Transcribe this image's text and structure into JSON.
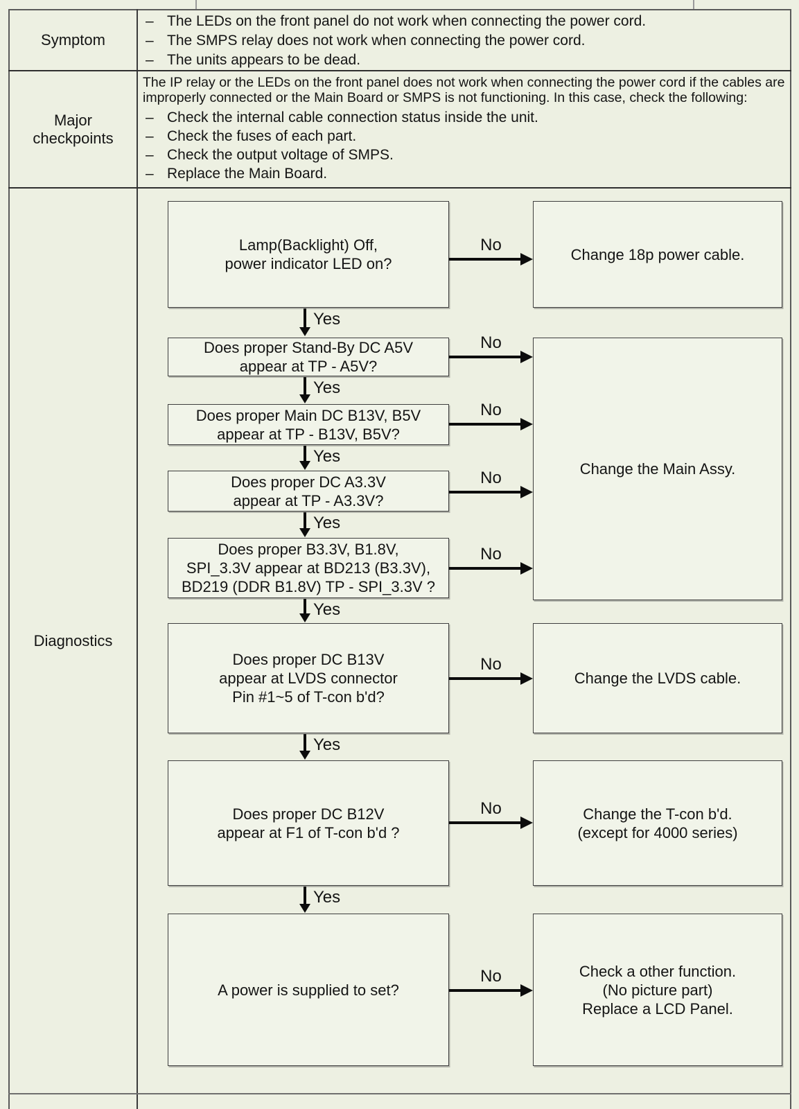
{
  "labels": {
    "yes": "Yes",
    "no": "No",
    "dash": "–"
  },
  "rows": {
    "symptom": {
      "label": "Symptom",
      "items": [
        "The LEDs on the front panel do not work when connecting the power cord.",
        "The SMPS relay does not work when connecting the power cord.",
        "The units appears to be dead."
      ]
    },
    "checkpoints": {
      "label_lines": [
        "Major",
        "checkpoints"
      ],
      "intro_lines": [
        "The IP relay or the LEDs on the front panel does not work when connecting the power cord if the cables are",
        "improperly connected or the Main Board or SMPS is not functioning. In this case, check the following:"
      ],
      "items": [
        "Check the internal cable connection status inside the unit.",
        "Check the fuses of each part.",
        "Check the output voltage of SMPS.",
        "Replace the Main Board."
      ]
    },
    "diagnostics": {
      "label": "Diagnostics"
    }
  },
  "flow": {
    "questions": [
      [
        "Lamp(Backlight) Off,",
        "power indicator LED on?"
      ],
      [
        "Does proper Stand-By DC A5V",
        "appear at TP - A5V?"
      ],
      [
        "Does proper Main DC B13V, B5V",
        "appear at TP - B13V, B5V?"
      ],
      [
        "Does proper DC A3.3V",
        "appear at TP - A3.3V?"
      ],
      [
        "Does proper B3.3V, B1.8V,",
        "SPI_3.3V appear at BD213 (B3.3V),",
        "BD219 (DDR B1.8V) TP - SPI_3.3V ?"
      ],
      [
        "Does proper DC B13V",
        "appear at LVDS connector",
        "Pin #1~5 of T-con b'd?"
      ],
      [
        "Does proper DC B12V",
        "appear at F1 of T-con b'd ?"
      ],
      [
        "A power is supplied to set?"
      ]
    ],
    "actions": [
      [
        "Change 18p power cable."
      ],
      [
        "Change the Main Assy."
      ],
      [
        "Change the LVDS cable."
      ],
      [
        "Change the T-con b'd.",
        "(except for 4000 series)"
      ],
      [
        "Check a other function.",
        "(No picture part)",
        "Replace a LCD Panel."
      ]
    ]
  }
}
